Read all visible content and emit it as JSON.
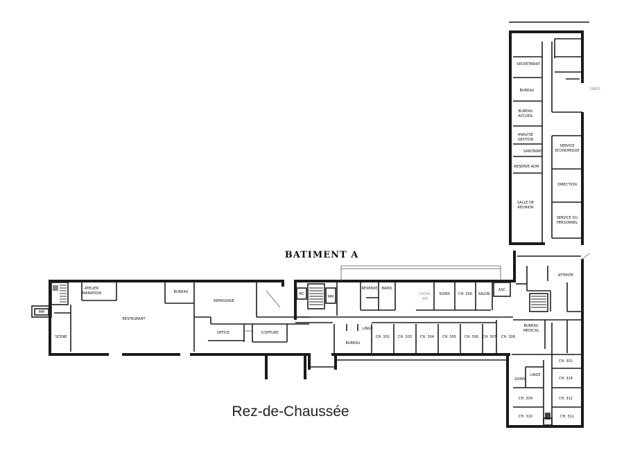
{
  "building_title": "BATIMENT A",
  "floor_caption": "Rez-de-Chaussée",
  "rooms": {
    "mm1": "MM",
    "atelier_l1": "ATELIER",
    "atelier_l2": "ANIMATION",
    "restaurant": "RESTAURANT",
    "scene": "SCENE",
    "bureau1": "BUREAU",
    "repassage": "REPASSAGE",
    "office": "OFFICE",
    "coiffure": "COIFFURE",
    "mc": "MC",
    "mm2": "MM",
    "reserve": "RESERVE",
    "bains": "BAINS",
    "local_l1": "LOCAL",
    "local_l2": "SSI",
    "soins1": "SOINS",
    "ch300": "CH. 300",
    "salon": "SALON",
    "asc": "ASC",
    "linge1": "LINGE",
    "bureau2": "BUREAU",
    "ch302": "CH. 302",
    "ch303": "CH. 303",
    "ch304": "CH. 304",
    "ch305": "CH. 305",
    "ch306": "CH. 306",
    "ch307": "CH. 307",
    "ch308": "CH. 308",
    "bmed_l1": "BUREAU",
    "bmed_l2": "MEDICAL",
    "secretariat": "SECRETARIAT",
    "bureau3": "BUREAU",
    "bacc_l1": "BUREAU",
    "bacc_l2": "ACCUEIL",
    "analyse_l1": "ANALYSE",
    "analyse_l2": "GESTION",
    "sanitaire": "SANITAIRE",
    "reserve_adm": "RESERVE ADM.",
    "salle_l1": "SALLE DE",
    "salle_l2": "REUNION",
    "seco_l1": "SERVICE",
    "seco_l2": "ECONOMIQUE",
    "direction": "DIRECTION",
    "sperso_l1": "SERVICE DU",
    "sperso_l2": "PERSONNEL",
    "attente": "ATTENTE",
    "table": "TABLE",
    "soins2": "SOINS",
    "linge2": "LINGE",
    "ch301": "CH. 301",
    "ch314": "CH. 314",
    "ch312": "CH. 312",
    "ch309": "CH. 309",
    "ch310": "CH. 310",
    "ch311": "CH. 311"
  }
}
